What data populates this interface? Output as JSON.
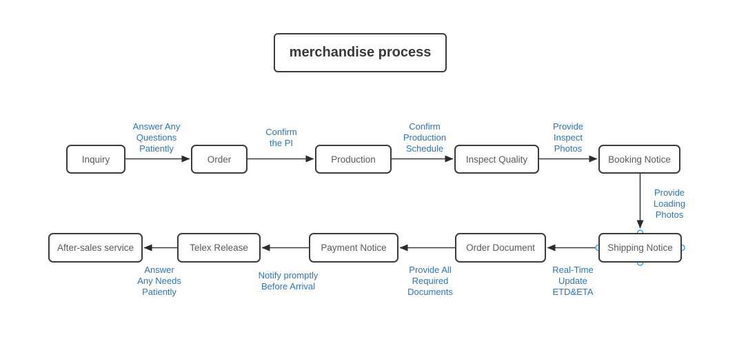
{
  "title": {
    "label": "merchandise process"
  },
  "colors": {
    "background": "#ffffff",
    "box_border": "#3b3b3b",
    "box_text": "#595959",
    "title_text": "#3a3a3a",
    "edge_label_text": "#2e74b5",
    "arrow": "#3b3b3b",
    "connection_handle": "#42a5f5"
  },
  "nodes": [
    {
      "id": "inquiry",
      "label": "Inquiry"
    },
    {
      "id": "order",
      "label": "Order"
    },
    {
      "id": "production",
      "label": "Production"
    },
    {
      "id": "inspect-quality",
      "label": "Inspect Quality"
    },
    {
      "id": "booking-notice",
      "label": "Booking Notice"
    },
    {
      "id": "after-sales-service",
      "label": "After-sales service"
    },
    {
      "id": "telex-release",
      "label": "Telex Release"
    },
    {
      "id": "payment-notice",
      "label": "Payment Notice"
    },
    {
      "id": "order-document",
      "label": "Order Document"
    },
    {
      "id": "shipping-notice",
      "label": "Shipping Notice"
    }
  ],
  "edge_labels": [
    {
      "id": "inquiry-to-order",
      "label": "Answer Any\nQuestions\nPatiently"
    },
    {
      "id": "order-to-production",
      "label": "Confirm\nthe PI"
    },
    {
      "id": "production-to-inspect-quality",
      "label": "Confirm\nProduction\nSchedule"
    },
    {
      "id": "inspect-quality-to-booking-notice",
      "label": "Provide\nInspect\nPhotos"
    },
    {
      "id": "booking-notice-to-shipping-notice",
      "label": "Provide\nLoading\nPhotos"
    },
    {
      "id": "shipping-notice-to-order-document",
      "label": "Real-Time\nUpdate\nETD&ETA"
    },
    {
      "id": "order-document-to-payment-notice",
      "label": "Provide All\nRequired\nDocuments"
    },
    {
      "id": "payment-notice-to-telex-release",
      "label": "Notify promptly\nBefore Arrival"
    },
    {
      "id": "telex-release-to-after-sales",
      "label": "Answer\nAny Needs\nPatiently"
    }
  ]
}
